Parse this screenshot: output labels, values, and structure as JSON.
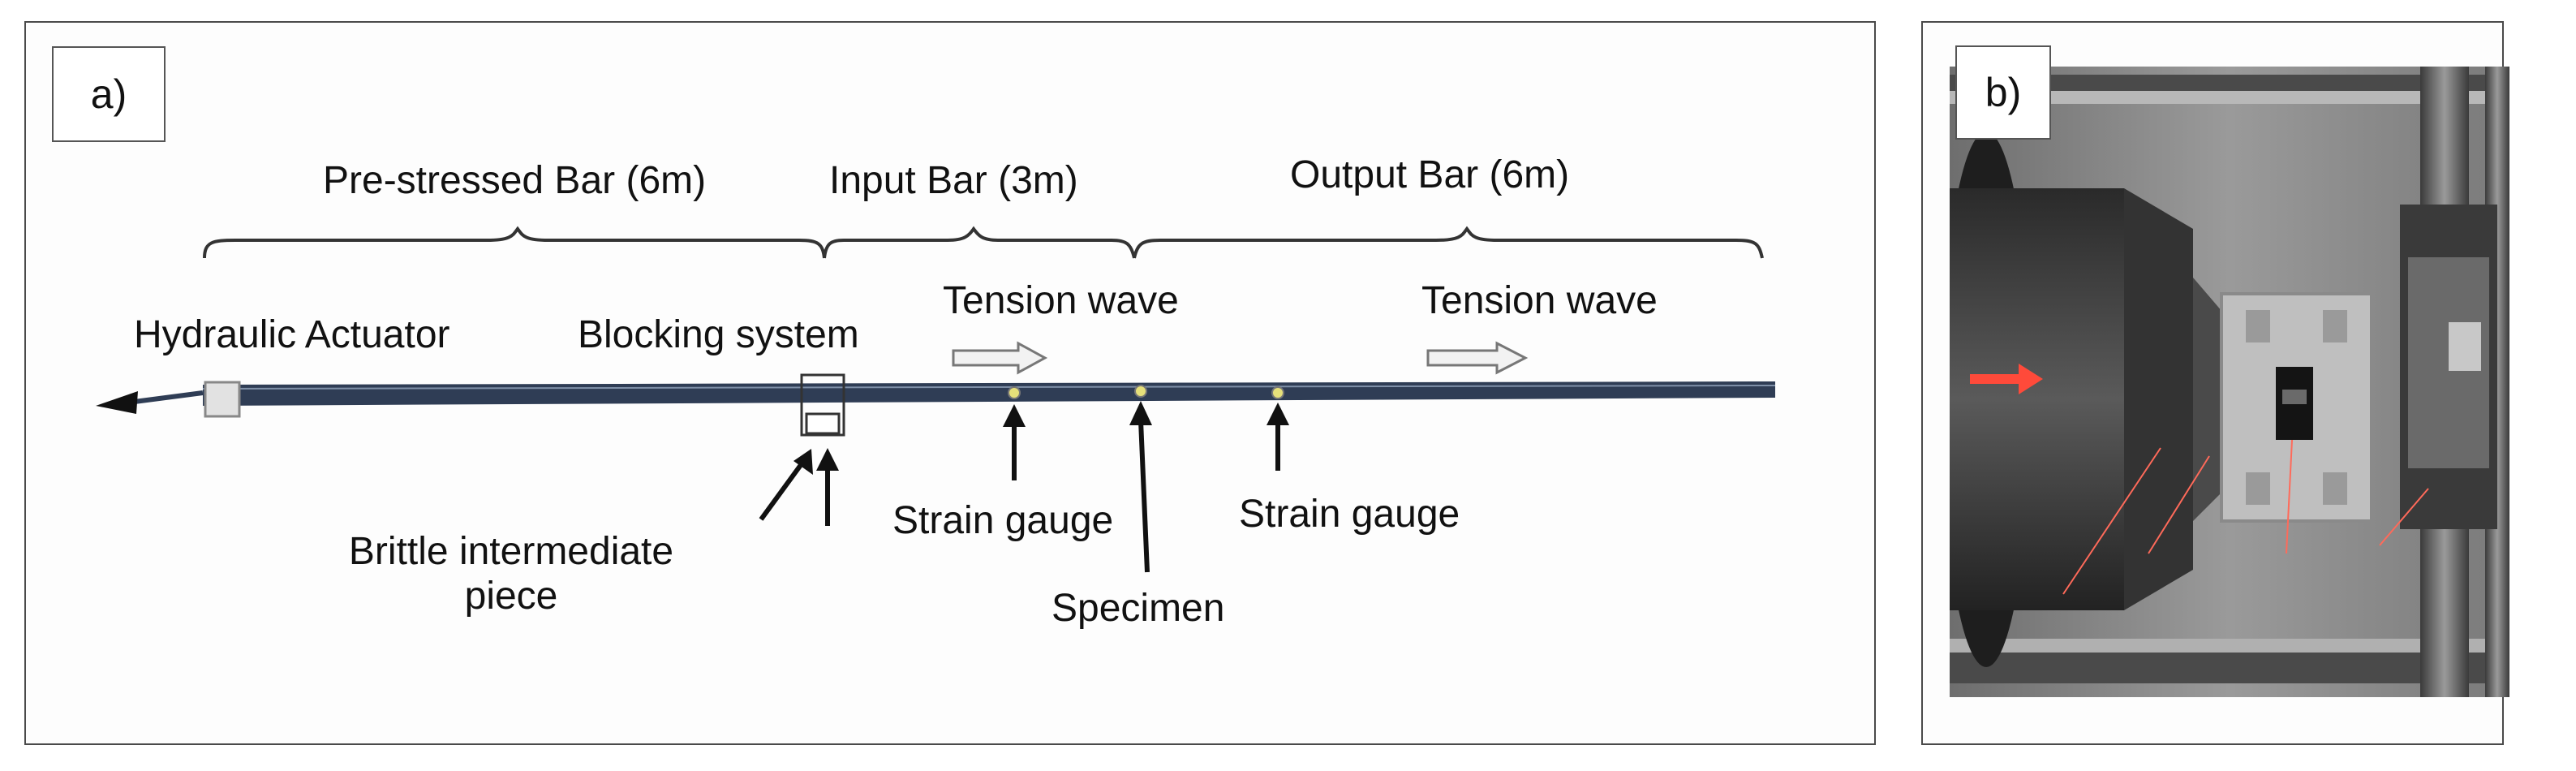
{
  "panel_a": {
    "tag": "a)",
    "braces": {
      "prestressed": "Pre-stressed Bar (6m)",
      "input": "Input Bar (3m)",
      "output": "Output Bar (6m)"
    },
    "labels": {
      "hydraulic_actuator": "Hydraulic Actuator",
      "blocking_system": "Blocking system",
      "tension_wave_input": "Tension wave",
      "tension_wave_output": "Tension wave",
      "brittle_piece": "Brittle intermediate\npiece",
      "strain_gauge_input": "Strain gauge",
      "specimen": "Specimen",
      "strain_gauge_output": "Strain gauge"
    }
  },
  "panel_b": {
    "tag": "b)"
  },
  "colors": {
    "bar": "#2f3d55",
    "wave_arrow_fill": "#f2f2f2",
    "strain_gauge": "#e6e07a",
    "photo_arrow": "#ff4a3a"
  }
}
